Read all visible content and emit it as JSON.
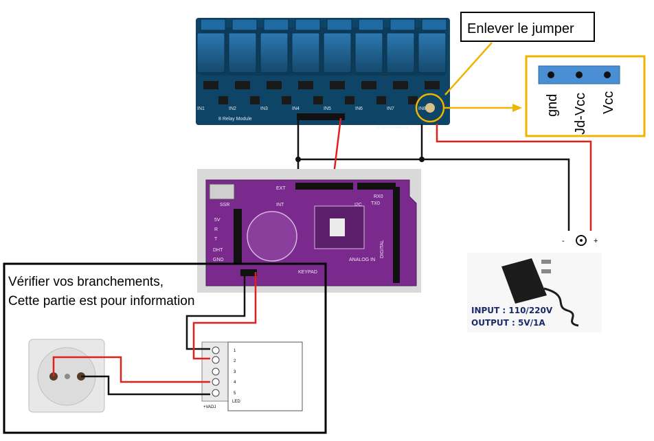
{
  "relay_module": {
    "label": "8 Relay Module",
    "vendor": "shop.mchobby.be",
    "inputs": [
      "IN1",
      "IN2",
      "IN3",
      "IN4",
      "IN5",
      "IN6",
      "IN7",
      "IN8"
    ]
  },
  "jumper_callout": {
    "text": "Enlever le jumper",
    "pins": [
      "gnd",
      "Jd-Vcc",
      "Vcc"
    ]
  },
  "shield": {
    "labels": [
      "EXT",
      "INT",
      "SSR",
      "DHT",
      "GND",
      "5V",
      "R",
      "T",
      "ANALOG IN",
      "DIGITAL",
      "KEYPAD",
      "I2C",
      "RX0",
      "TX0"
    ]
  },
  "power_adapter": {
    "minus": "-",
    "plus": "+",
    "input": "INPUT : 110/220V",
    "output": "OUTPUT : 5V/1A"
  },
  "info_box": {
    "line1": "Vérifier vos branchements,",
    "line2": "Cette partie est pour information"
  },
  "ssr": {
    "pins": [
      "1",
      "2",
      "3",
      "4",
      "5"
    ],
    "led": "LED",
    "vadj": "+VADJ"
  },
  "colors": {
    "wire_red": "#e0201b",
    "wire_black": "#111111",
    "callout_orange": "#f0b400",
    "board_blue": "#1d5f86",
    "board_purple": "#7a2a8c",
    "jumper_blue": "#4a8fd4"
  }
}
